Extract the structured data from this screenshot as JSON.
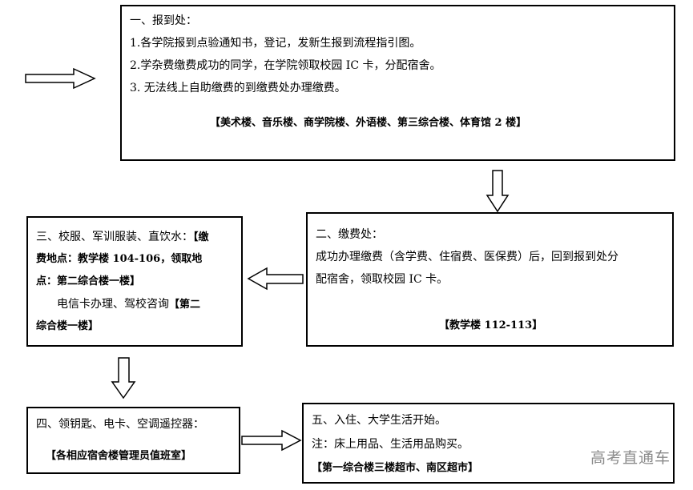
{
  "box1": {
    "title": "一、报到处：",
    "items": [
      "1.各学院报到点验通知书，登记，发新生报到流程指引图。",
      "2.学杂费缴费成功的同学，在学院领取校园 IC 卡，分配宿舍。",
      "3. 无法线上自助缴费的到缴费处办理缴费。"
    ],
    "location": "【美术楼、音乐楼、商学院楼、外语楼、第三综合楼、体育馆 2 楼】"
  },
  "box2": {
    "title": "二、缴费处：",
    "text_line1": "成功办理缴费（含学费、住宿费、医保费）后，回到报到处分",
    "text_line2": "配宿舍，领取校园 IC 卡。",
    "location": "【教学楼 112-113】"
  },
  "box3": {
    "line1_normal": "三、校服、军训服装、直饮水：",
    "line1_bold": "【缴",
    "line2": "费地点：教学楼 104-106，领取地",
    "line3": "点：第二综合楼一楼】",
    "line4_normal": "电信卡办理、驾校咨询",
    "line4_bold": "【第二",
    "line5": "综合楼一楼】"
  },
  "box4": {
    "title": "四、领钥匙、电卡、空调遥控器：",
    "location": "【各相应宿舍楼管理员值班室】"
  },
  "box5": {
    "title": "五、入住、大学生活开始。",
    "note": "注：床上用品、生活用品购买。",
    "location": "【第一综合楼三楼超市、南区超市】"
  },
  "watermark": "高考直通车"
}
